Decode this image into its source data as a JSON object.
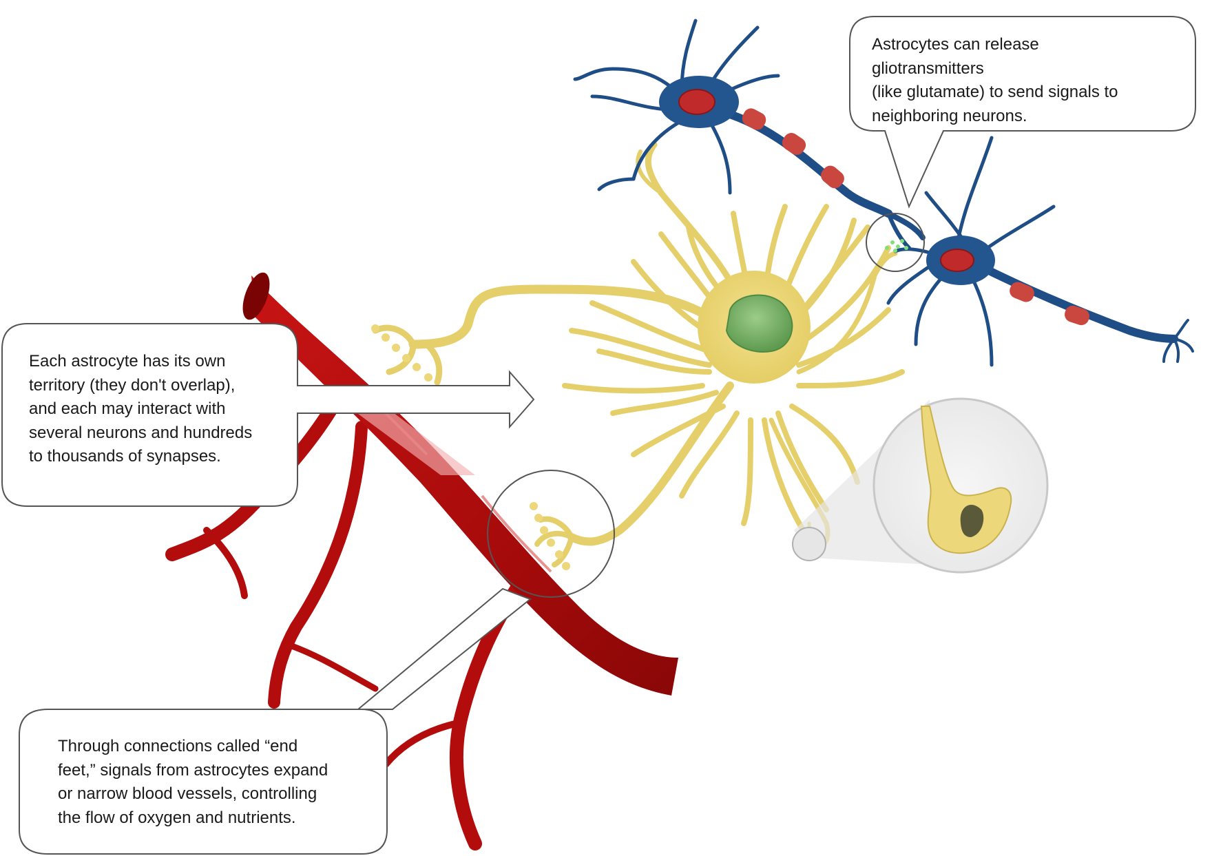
{
  "colors": {
    "astrocyte": "#ecd77a",
    "astrocyte_stroke": "#c9b24e",
    "nucleus": "#7db06c",
    "neuron": "#1f4e86",
    "myelin": "#c9473f",
    "neuron_soma_nucleus": "#c12a2a",
    "blood_vessel": "#b30c0c",
    "gliotransmitter": "#7fe07a",
    "callout_border": "#555555"
  },
  "callouts": {
    "gliotransmitters": {
      "lines": [
        "Astrocytes can release gliotransmitters",
        "(like glutamate) to send signals to",
        "neighboring neurons."
      ]
    },
    "territory": {
      "lines": [
        "Each astrocyte has its own",
        "territory (they don't overlap),",
        "and each may interact with",
        "several neurons and hundreds",
        "to thousands of synapses."
      ]
    },
    "end_feet": {
      "lines": [
        "Through connections called “end",
        "feet,” signals from astrocytes expand",
        "or narrow blood vessels, controlling",
        "the flow of oxygen and nutrients."
      ]
    }
  }
}
